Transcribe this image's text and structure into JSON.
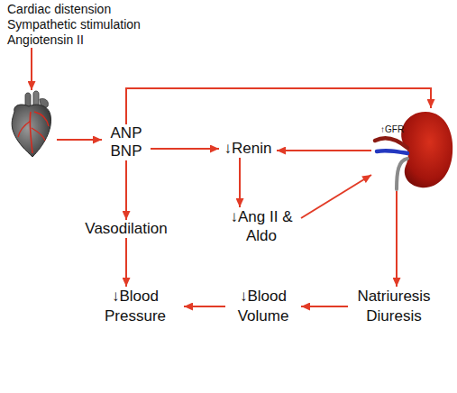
{
  "diagram": {
    "nodes": [
      {
        "text": [
          "Cardiac distension",
          "Sympathetic stimulation",
          "Angiotensin II"
        ]
      },
      {
        "text": []
      },
      {
        "text": [
          "ANP BNP"
        ]
      },
      {
        "text": [
          "↓Renin"
        ]
      },
      {
        "text": [
          "↑GFR"
        ]
      },
      {
        "text": [
          "Vasodilation"
        ]
      },
      {
        "text": [
          "↓Ang II & Aldo"
        ]
      },
      {
        "text": [
          "↓Blood Pressure"
        ]
      },
      {
        "text": [
          "↓Blood Volume"
        ]
      },
      {
        "text": [
          "Natriuresis Diuresis"
        ]
      }
    ],
    "edges": [
      {
        "from": 0,
        "to": 1,
        "arrow": "to"
      },
      {
        "from": 1,
        "to": 2,
        "arrow": "to"
      },
      {
        "from": 2,
        "to": 4,
        "arrow": "to"
      },
      {
        "from": 2,
        "to": 3,
        "arrow": "to"
      },
      {
        "from": 4,
        "to": 3,
        "arrow": "to"
      },
      {
        "from": 3,
        "to": 6,
        "arrow": "to"
      },
      {
        "from": 6,
        "to": 4,
        "arrow": "to"
      },
      {
        "from": 2,
        "to": 5,
        "arrow": "to"
      },
      {
        "from": 5,
        "to": 7,
        "arrow": "to"
      },
      {
        "from": 4,
        "to": 9,
        "arrow": "to"
      },
      {
        "from": 9,
        "to": 8,
        "arrow": "to"
      },
      {
        "from": 8,
        "to": 7,
        "arrow": "to"
      }
    ]
  }
}
